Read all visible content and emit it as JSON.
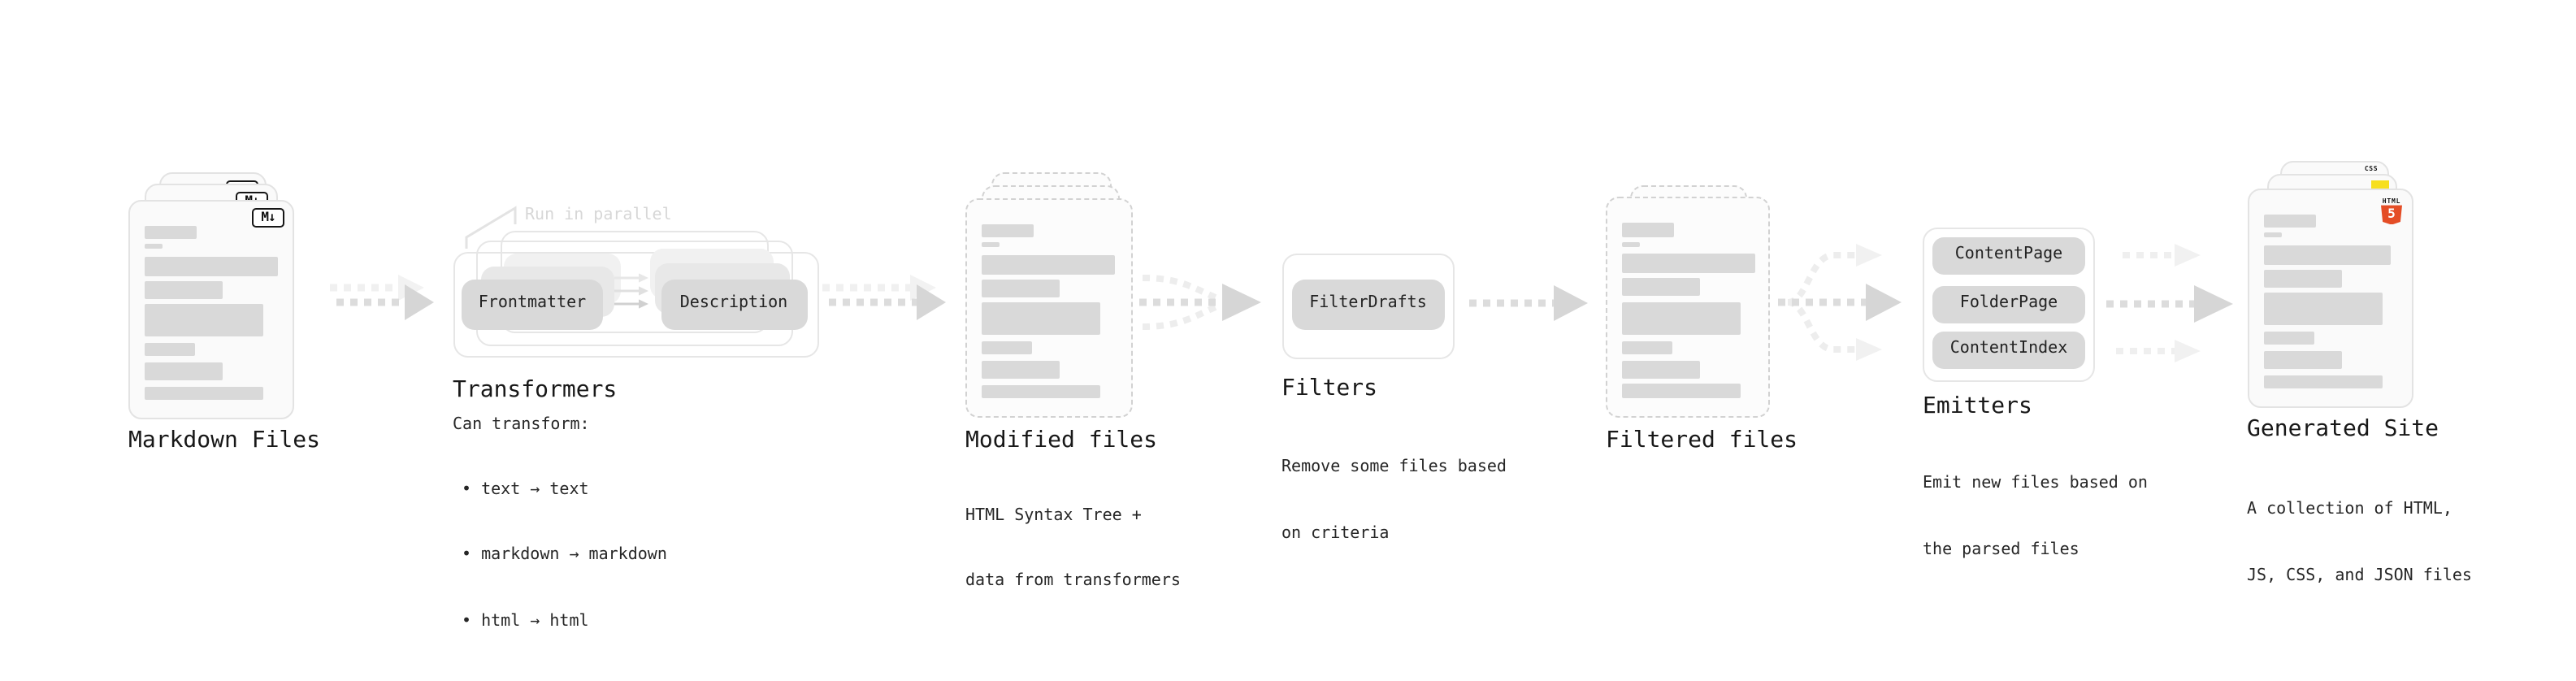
{
  "colors": {
    "html5_orange": "#e44d26",
    "js_yellow": "#f7df1e",
    "css_blue": "#2965f1",
    "pill_gray": "#d9d9d9",
    "skeleton_gray": "#d9d9d9",
    "arrow_gray": "#dcdcdc",
    "arrow_light_gray": "#efefef"
  },
  "nodes": {
    "markdown": {
      "label": "Markdown Files",
      "badge": "M↓"
    },
    "transformers": {
      "label": "Transformers",
      "note": "Run in parallel",
      "pill_from": "Frontmatter",
      "pill_to": "Description",
      "heading": "Can transform:",
      "bullets": [
        "• text → text",
        "• markdown → markdown",
        "• html → html"
      ]
    },
    "modified": {
      "label": "Modified files",
      "sublabel": [
        "HTML Syntax Tree +",
        "data from transformers"
      ]
    },
    "filters": {
      "label": "Filters",
      "pill": "FilterDrafts",
      "sublabel": [
        "Remove some files based",
        "on criteria"
      ]
    },
    "filtered": {
      "label": "Filtered files"
    },
    "emitters": {
      "label": "Emitters",
      "pills": [
        "ContentPage",
        "FolderPage",
        "ContentIndex"
      ],
      "sublabel": [
        "Emit new files based on",
        "the parsed files"
      ]
    },
    "generated": {
      "label": "Generated Site",
      "sublabel": [
        "A collection of HTML,",
        "JS, CSS, and JSON files"
      ],
      "badge_html": "HTML",
      "badge_html_number": "5",
      "badge_css": "CSS"
    }
  }
}
